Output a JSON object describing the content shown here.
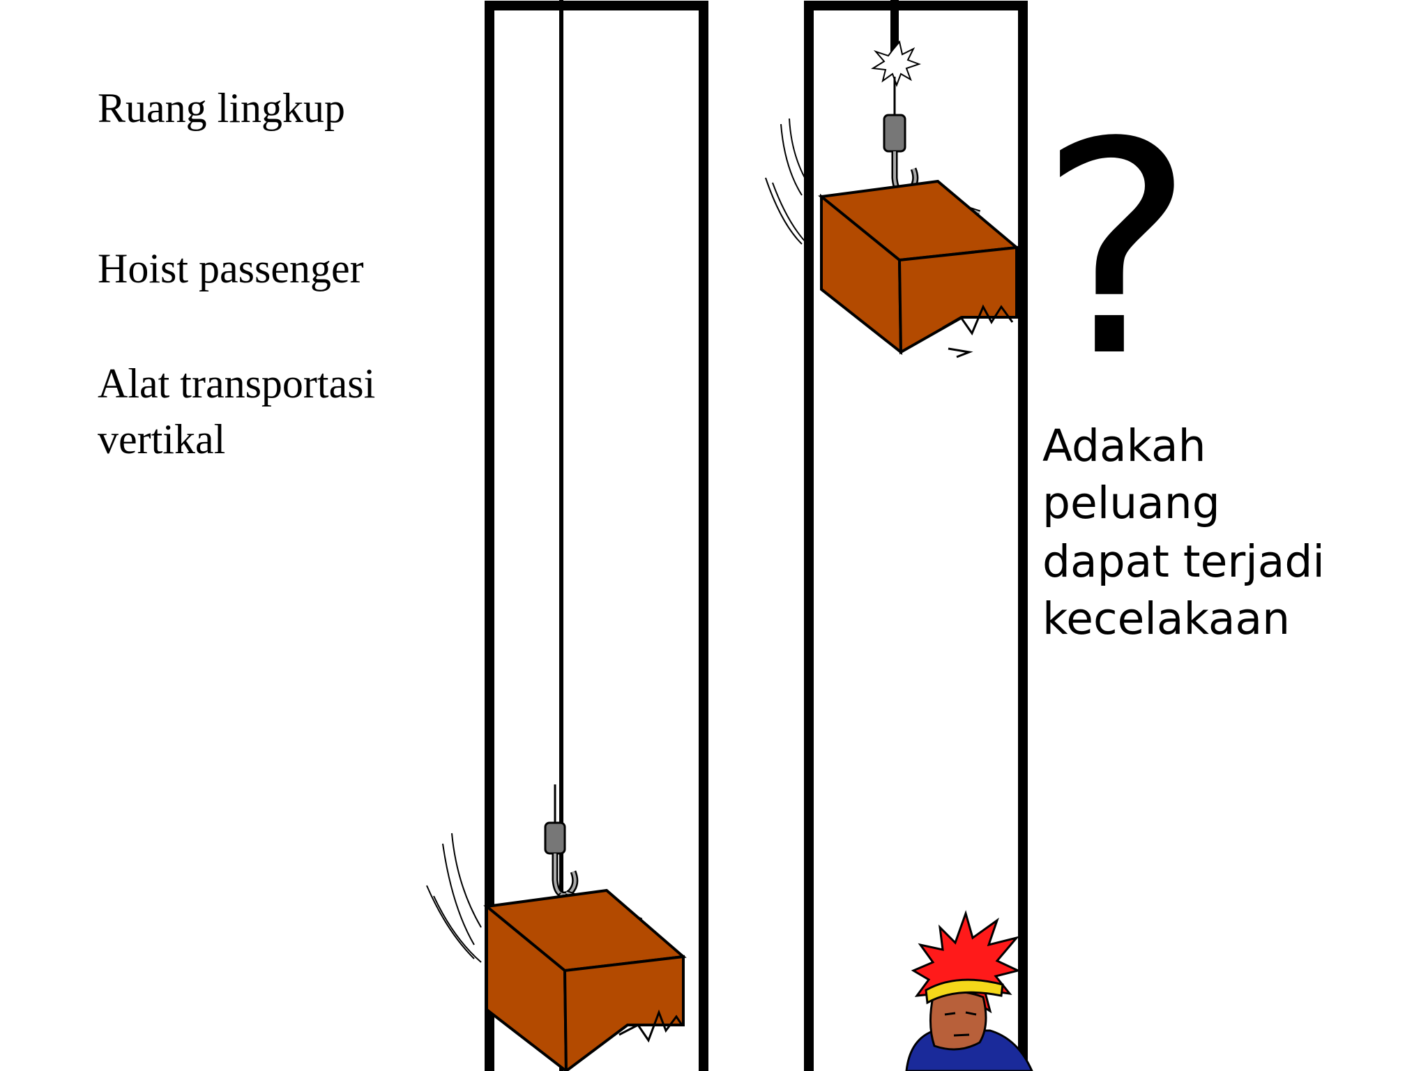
{
  "labels": {
    "scope": "Ruang lingkup",
    "hoist": "Hoist passenger",
    "transport_line1": "Alat transportasi",
    "transport_line2": "vertikal"
  },
  "question": {
    "mark": "?",
    "line1": "Adakah",
    "line2": "peluang",
    "line3": "dapat terjadi",
    "line4": "kecelakaan"
  },
  "colors": {
    "box": "#b34a00",
    "explosion": "#ff1a1a",
    "helmet": "#f5d81a",
    "skin": "#b8603a",
    "shirt": "#1a2a9a"
  }
}
